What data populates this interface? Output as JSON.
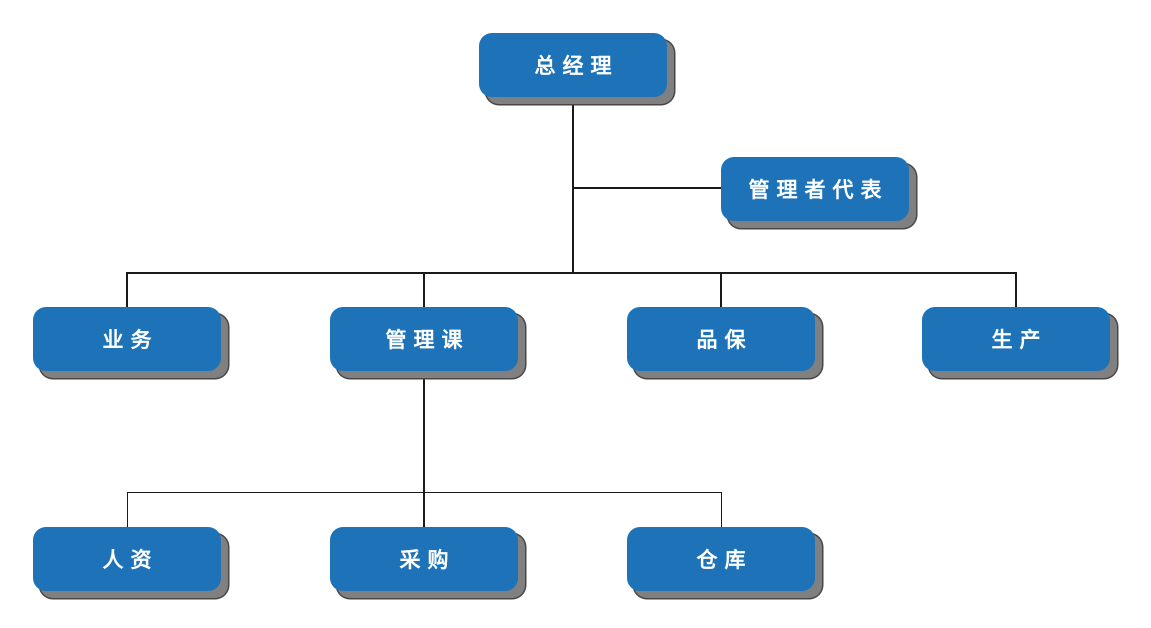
{
  "org_chart": {
    "nodes": {
      "general_manager": {
        "label": "总经理"
      },
      "management_representative": {
        "label": "管理者代表"
      },
      "business": {
        "label": "业务"
      },
      "management_section": {
        "label": "管理课"
      },
      "quality_assurance": {
        "label": "品保"
      },
      "production": {
        "label": "生产"
      },
      "human_resources": {
        "label": "人资"
      },
      "purchasing": {
        "label": "采购"
      },
      "warehouse": {
        "label": "仓库"
      }
    },
    "hierarchy": [
      {
        "from": "general_manager",
        "to": "management_representative",
        "type": "staff-side-branch"
      },
      {
        "from": "general_manager",
        "to": "business"
      },
      {
        "from": "general_manager",
        "to": "management_section"
      },
      {
        "from": "general_manager",
        "to": "quality_assurance"
      },
      {
        "from": "general_manager",
        "to": "production"
      },
      {
        "from": "management_section",
        "to": "human_resources"
      },
      {
        "from": "management_section",
        "to": "purchasing"
      },
      {
        "from": "management_section",
        "to": "warehouse"
      }
    ],
    "colors": {
      "node_fill": "#1E73B8",
      "node_text": "#FFFFFF",
      "node_shadow": "#808080",
      "node_shadow_outline": "#474747",
      "connector": "#1A1A1A",
      "background": "#FFFFFF"
    }
  }
}
